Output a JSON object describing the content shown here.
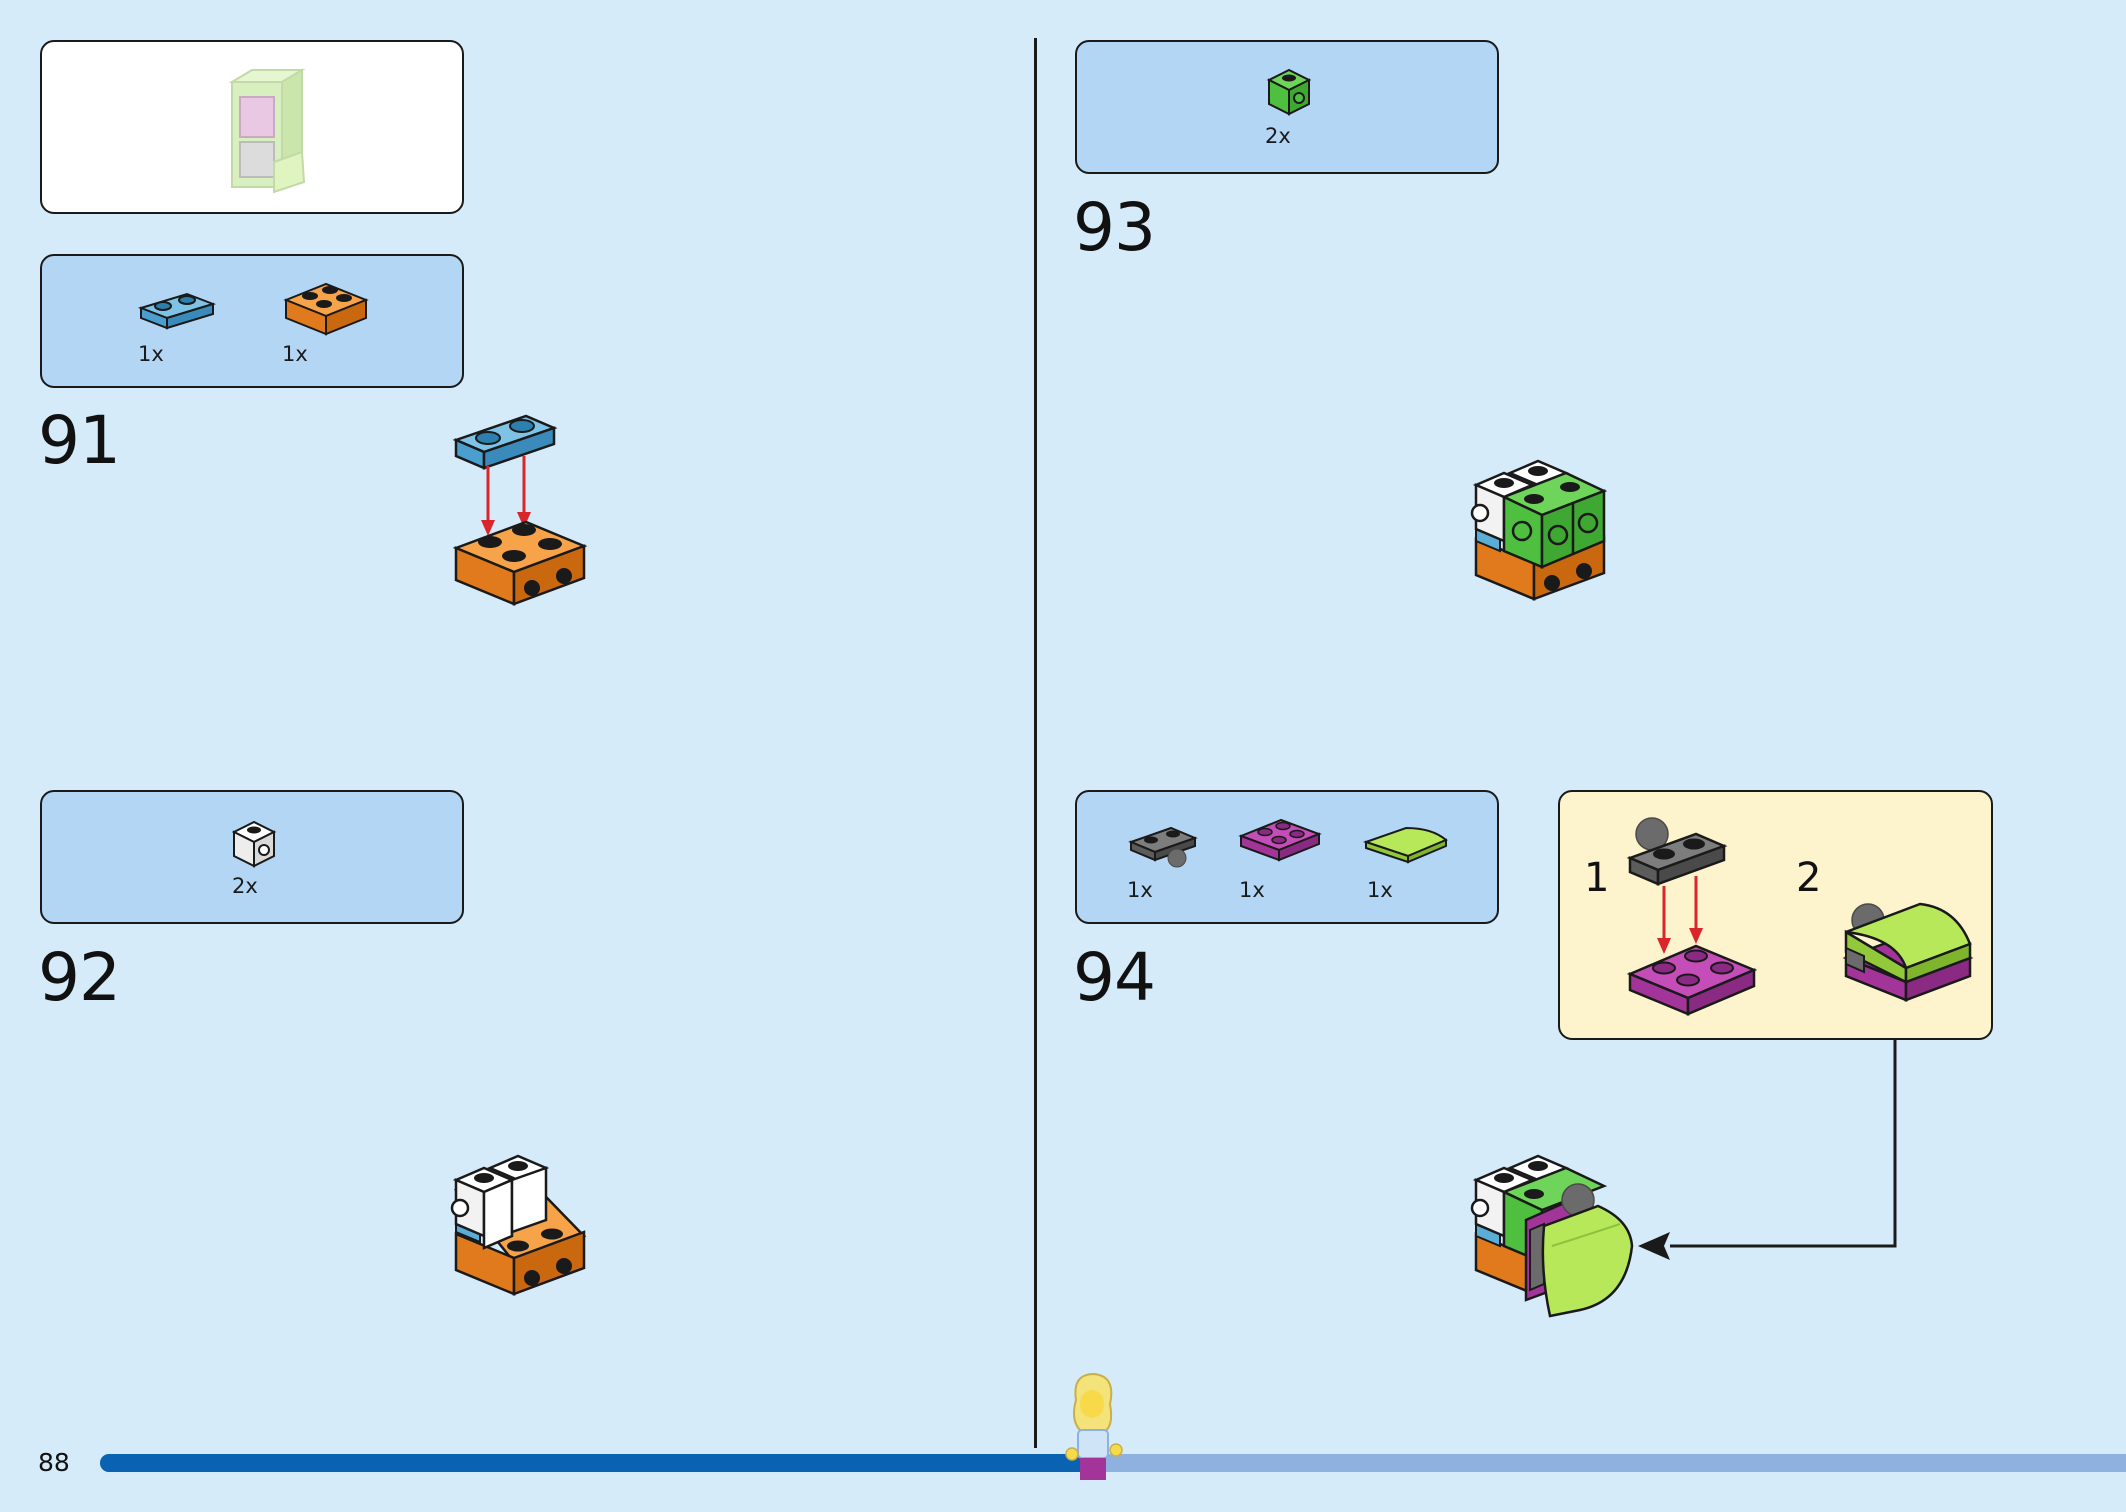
{
  "page": {
    "number": "88",
    "progress_fraction": 0.49
  },
  "steps": [
    {
      "number": "91",
      "parts": [
        {
          "qty": "1x",
          "color": "blue plate 1x2"
        },
        {
          "qty": "1x",
          "color": "orange brick 2x2"
        }
      ]
    },
    {
      "number": "92",
      "parts": [
        {
          "qty": "2x",
          "color": "white brick 1x1"
        }
      ]
    },
    {
      "number": "93",
      "parts": [
        {
          "qty": "2x",
          "color": "green brick 1x1"
        }
      ]
    },
    {
      "number": "94",
      "parts": [
        {
          "qty": "1x",
          "color": "dark grey plate"
        },
        {
          "qty": "1x",
          "color": "magenta plate 2x2"
        },
        {
          "qty": "1x",
          "color": "lime curved slope"
        }
      ],
      "substeps": [
        {
          "number": "1"
        },
        {
          "number": "2"
        }
      ]
    }
  ],
  "colors": {
    "background": "#d6ebf9",
    "parts_panel": "#b3d6f5",
    "substep_panel": "#fdf3cd",
    "progress_fill": "#0a62b2",
    "progress_track": "#8fb1e0",
    "orange": "#f08a24",
    "blue": "#5aaed6",
    "green": "#4fbf3f",
    "magenta": "#a3359a",
    "lime": "#a8e04a",
    "grey": "#6b6b6b",
    "arrow_red": "#d8262b"
  },
  "icons": [
    "lego-brick-icon",
    "assembly-arrow-icon",
    "minifigure-icon"
  ]
}
